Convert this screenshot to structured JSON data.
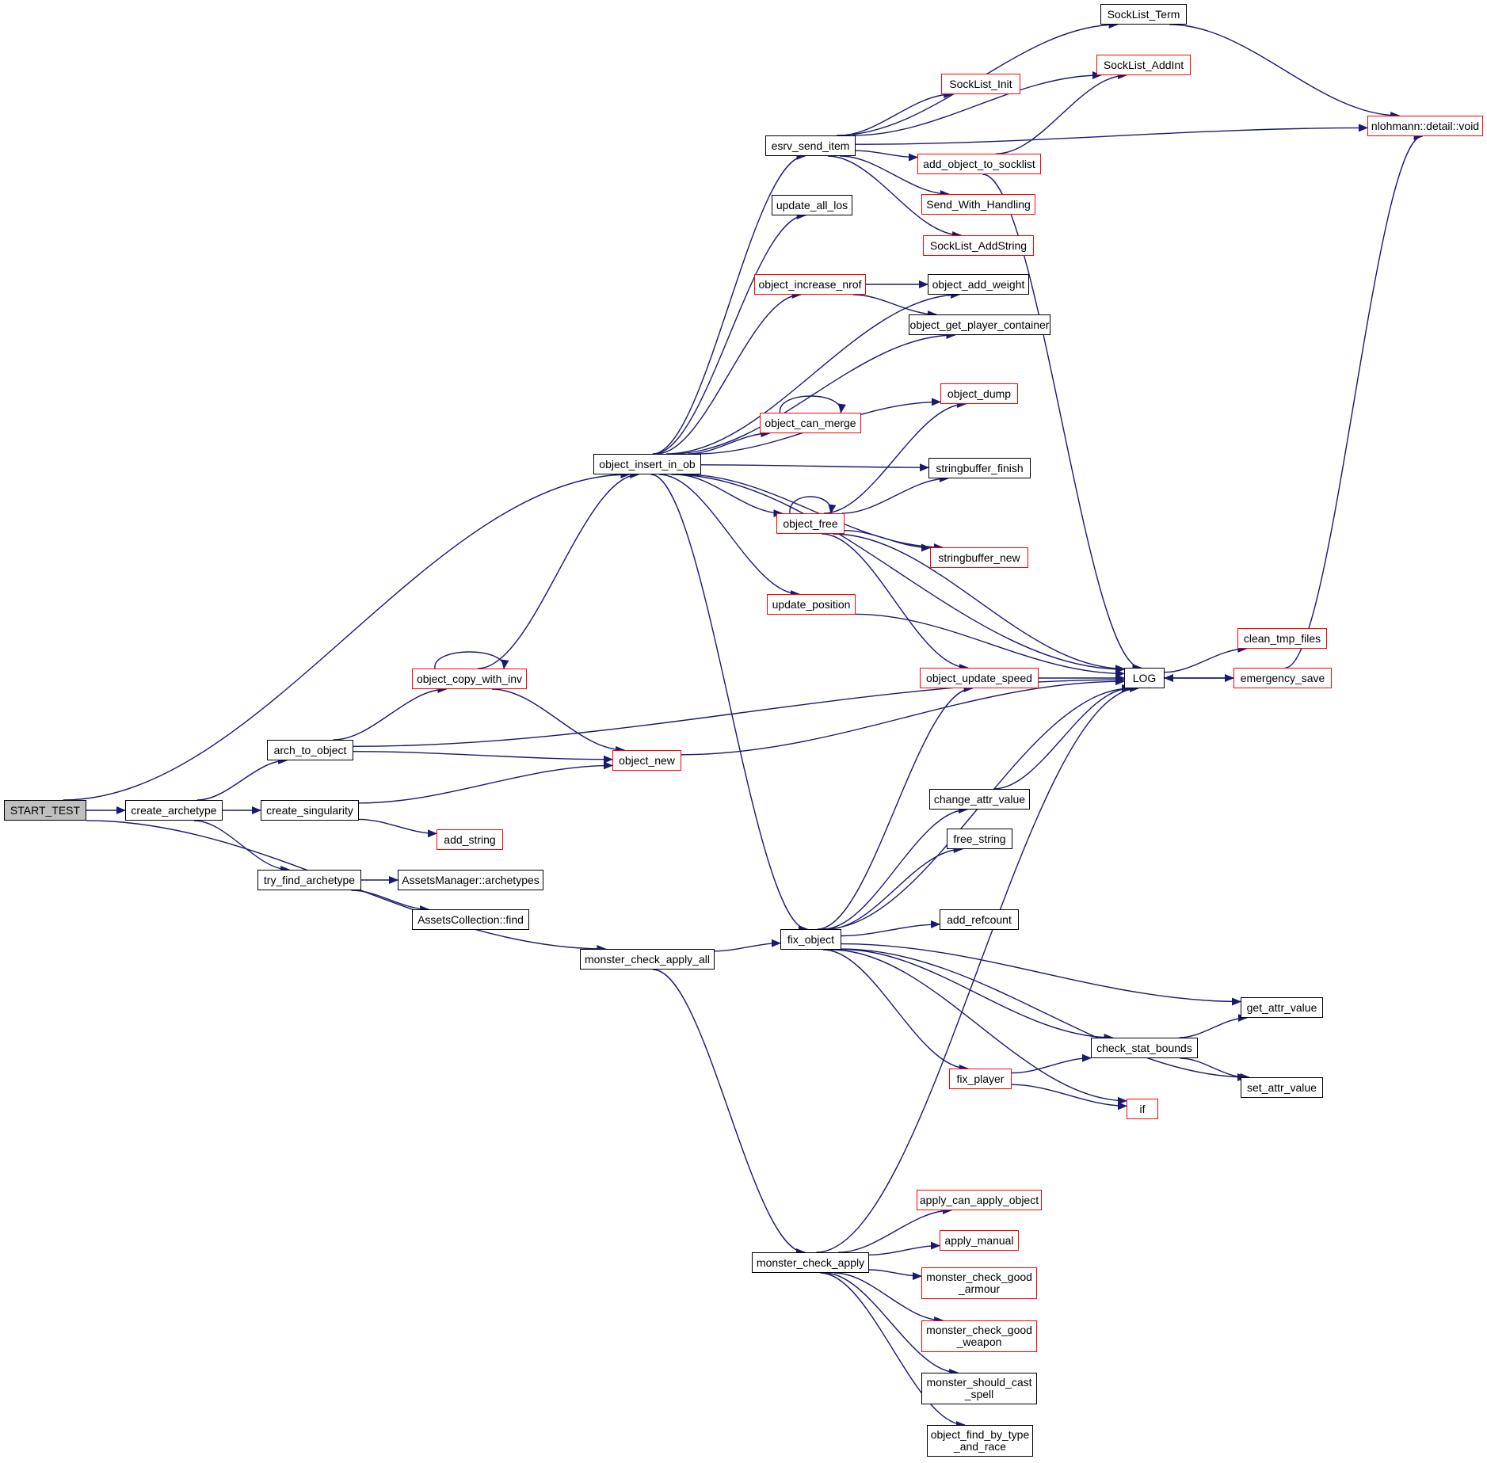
{
  "colors": {
    "edge": "#191970",
    "border_complete": "#000000",
    "border_truncated": "#ff0000",
    "root_fill": "#bfbfbf",
    "background": "#ffffff"
  },
  "nodes": [
    {
      "id": "start_test",
      "label": "START_TEST",
      "type": "root"
    },
    {
      "id": "create_archetype",
      "label": "create_archetype",
      "type": "black"
    },
    {
      "id": "object_insert_in_ob",
      "label": "object_insert_in_ob",
      "type": "black"
    },
    {
      "id": "monster_check_apply_all",
      "label": "monster_check_apply_all",
      "type": "black"
    },
    {
      "id": "arch_to_object",
      "label": "arch_to_object",
      "type": "black"
    },
    {
      "id": "create_singularity",
      "label": "create_singularity",
      "type": "black"
    },
    {
      "id": "try_find_archetype",
      "label": "try_find_archetype",
      "type": "black"
    },
    {
      "id": "object_copy_with_inv",
      "label": "object_copy_with_inv",
      "type": "red"
    },
    {
      "id": "object_new",
      "label": "object_new",
      "type": "red"
    },
    {
      "id": "add_string",
      "label": "add_string",
      "type": "red"
    },
    {
      "id": "assets_manager_archetypes",
      "label": "AssetsManager::archetypes",
      "type": "black"
    },
    {
      "id": "assets_collection_find",
      "label": "AssetsCollection::find",
      "type": "black"
    },
    {
      "id": "esrv_send_item",
      "label": "esrv_send_item",
      "type": "black"
    },
    {
      "id": "update_all_los",
      "label": "update_all_los",
      "type": "black"
    },
    {
      "id": "object_increase_nrof",
      "label": "object_increase_nrof",
      "type": "red"
    },
    {
      "id": "object_can_merge",
      "label": "object_can_merge",
      "type": "red"
    },
    {
      "id": "object_free",
      "label": "object_free",
      "type": "red"
    },
    {
      "id": "update_position",
      "label": "update_position",
      "type": "red"
    },
    {
      "id": "fix_object",
      "label": "fix_object",
      "type": "black"
    },
    {
      "id": "monster_check_apply",
      "label": "monster_check_apply",
      "type": "black"
    },
    {
      "id": "socklist_term",
      "label": "SockList_Term",
      "type": "black"
    },
    {
      "id": "socklist_addint",
      "label": "SockList_AddInt",
      "type": "red"
    },
    {
      "id": "socklist_init",
      "label": "SockList_Init",
      "type": "red"
    },
    {
      "id": "add_object_to_socklist",
      "label": "add_object_to_socklist",
      "type": "red"
    },
    {
      "id": "send_with_handling",
      "label": "Send_With_Handling",
      "type": "red"
    },
    {
      "id": "socklist_addstring",
      "label": "SockList_AddString",
      "type": "red"
    },
    {
      "id": "object_add_weight",
      "label": "object_add_weight",
      "type": "black"
    },
    {
      "id": "object_get_player_container",
      "label": "object_get_player_container",
      "type": "black"
    },
    {
      "id": "object_dump",
      "label": "object_dump",
      "type": "red"
    },
    {
      "id": "stringbuffer_finish",
      "label": "stringbuffer_finish",
      "type": "black"
    },
    {
      "id": "stringbuffer_new",
      "label": "stringbuffer_new",
      "type": "red"
    },
    {
      "id": "object_update_speed",
      "label": "object_update_speed",
      "type": "red"
    },
    {
      "id": "change_attr_value",
      "label": "change_attr_value",
      "type": "black"
    },
    {
      "id": "free_string",
      "label": "free_string",
      "type": "black"
    },
    {
      "id": "add_refcount",
      "label": "add_refcount",
      "type": "black"
    },
    {
      "id": "fix_player",
      "label": "fix_player",
      "type": "red"
    },
    {
      "id": "apply_can_apply_object",
      "label": "apply_can_apply_object",
      "type": "red"
    },
    {
      "id": "apply_manual",
      "label": "apply_manual",
      "type": "red"
    },
    {
      "id": "monster_check_good_armour",
      "label": "monster_check_good\n_armour",
      "type": "red"
    },
    {
      "id": "monster_check_good_weapon",
      "label": "monster_check_good\n_weapon",
      "type": "red"
    },
    {
      "id": "monster_should_cast_spell",
      "label": "monster_should_cast\n_spell",
      "type": "black"
    },
    {
      "id": "object_find_by_type_and_race",
      "label": "object_find_by_type\n_and_race",
      "type": "black"
    },
    {
      "id": "log",
      "label": "LOG",
      "type": "black"
    },
    {
      "id": "nlohmann_detail_void",
      "label": "nlohmann::detail::void",
      "type": "red"
    },
    {
      "id": "clean_tmp_files",
      "label": "clean_tmp_files",
      "type": "red"
    },
    {
      "id": "emergency_save",
      "label": "emergency_save",
      "type": "red"
    },
    {
      "id": "check_stat_bounds",
      "label": "check_stat_bounds",
      "type": "black"
    },
    {
      "id": "if",
      "label": "if",
      "type": "red"
    },
    {
      "id": "get_attr_value",
      "label": "get_attr_value",
      "type": "black"
    },
    {
      "id": "set_attr_value",
      "label": "set_attr_value",
      "type": "black"
    }
  ],
  "edges": [
    [
      "start_test",
      "object_insert_in_ob"
    ],
    [
      "start_test",
      "create_archetype"
    ],
    [
      "start_test",
      "monster_check_apply_all"
    ],
    [
      "create_archetype",
      "arch_to_object"
    ],
    [
      "create_archetype",
      "create_singularity"
    ],
    [
      "create_archetype",
      "try_find_archetype"
    ],
    [
      "arch_to_object",
      "object_copy_with_inv"
    ],
    [
      "arch_to_object",
      "log"
    ],
    [
      "arch_to_object",
      "object_new"
    ],
    [
      "object_copy_with_inv",
      "object_copy_with_inv"
    ],
    [
      "object_copy_with_inv",
      "object_insert_in_ob"
    ],
    [
      "object_copy_with_inv",
      "object_new"
    ],
    [
      "create_singularity",
      "object_new"
    ],
    [
      "create_singularity",
      "add_string"
    ],
    [
      "try_find_archetype",
      "assets_manager_archetypes"
    ],
    [
      "try_find_archetype",
      "assets_collection_find"
    ],
    [
      "object_new",
      "log"
    ],
    [
      "monster_check_apply_all",
      "fix_object"
    ],
    [
      "monster_check_apply_all",
      "monster_check_apply"
    ],
    [
      "object_insert_in_ob",
      "esrv_send_item"
    ],
    [
      "object_insert_in_ob",
      "update_all_los"
    ],
    [
      "object_insert_in_ob",
      "object_add_weight"
    ],
    [
      "object_insert_in_ob",
      "object_increase_nrof"
    ],
    [
      "object_insert_in_ob",
      "object_get_player_container"
    ],
    [
      "object_insert_in_ob",
      "object_dump"
    ],
    [
      "object_insert_in_ob",
      "object_can_merge"
    ],
    [
      "object_insert_in_ob",
      "stringbuffer_finish"
    ],
    [
      "object_insert_in_ob",
      "object_free"
    ],
    [
      "object_insert_in_ob",
      "stringbuffer_new"
    ],
    [
      "object_insert_in_ob",
      "update_position"
    ],
    [
      "object_insert_in_ob",
      "log"
    ],
    [
      "object_insert_in_ob",
      "fix_object"
    ],
    [
      "esrv_send_item",
      "socklist_term"
    ],
    [
      "esrv_send_item",
      "socklist_addint"
    ],
    [
      "esrv_send_item",
      "socklist_init"
    ],
    [
      "esrv_send_item",
      "nlohmann_detail_void"
    ],
    [
      "esrv_send_item",
      "add_object_to_socklist"
    ],
    [
      "esrv_send_item",
      "send_with_handling"
    ],
    [
      "esrv_send_item",
      "socklist_addstring"
    ],
    [
      "socklist_term",
      "nlohmann_detail_void"
    ],
    [
      "add_object_to_socklist",
      "socklist_addint"
    ],
    [
      "add_object_to_socklist",
      "log"
    ],
    [
      "object_increase_nrof",
      "object_add_weight"
    ],
    [
      "object_increase_nrof",
      "object_get_player_container"
    ],
    [
      "object_can_merge",
      "object_can_merge"
    ],
    [
      "object_free",
      "object_free"
    ],
    [
      "object_free",
      "object_dump"
    ],
    [
      "object_free",
      "stringbuffer_finish"
    ],
    [
      "object_free",
      "log"
    ],
    [
      "object_free",
      "stringbuffer_new"
    ],
    [
      "object_free",
      "object_update_speed"
    ],
    [
      "update_position",
      "log"
    ],
    [
      "object_update_speed",
      "log"
    ],
    [
      "log",
      "clean_tmp_files"
    ],
    [
      "log",
      "emergency_save"
    ],
    [
      "emergency_save",
      "log"
    ],
    [
      "emergency_save",
      "nlohmann_detail_void"
    ],
    [
      "fix_object",
      "object_update_speed"
    ],
    [
      "fix_object",
      "change_attr_value"
    ],
    [
      "fix_object",
      "free_string"
    ],
    [
      "fix_object",
      "log"
    ],
    [
      "fix_object",
      "add_refcount"
    ],
    [
      "fix_object",
      "get_attr_value"
    ],
    [
      "fix_object",
      "check_stat_bounds"
    ],
    [
      "fix_object",
      "fix_player"
    ],
    [
      "fix_object",
      "if"
    ],
    [
      "fix_object",
      "set_attr_value"
    ],
    [
      "change_attr_value",
      "log"
    ],
    [
      "fix_player",
      "check_stat_bounds"
    ],
    [
      "fix_player",
      "if"
    ],
    [
      "check_stat_bounds",
      "get_attr_value"
    ],
    [
      "check_stat_bounds",
      "set_attr_value"
    ],
    [
      "monster_check_apply",
      "log"
    ],
    [
      "monster_check_apply",
      "apply_can_apply_object"
    ],
    [
      "monster_check_apply",
      "apply_manual"
    ],
    [
      "monster_check_apply",
      "monster_check_good_armour"
    ],
    [
      "monster_check_apply",
      "monster_check_good_weapon"
    ],
    [
      "monster_check_apply",
      "monster_should_cast_spell"
    ],
    [
      "monster_check_apply",
      "object_find_by_type_and_race"
    ]
  ]
}
